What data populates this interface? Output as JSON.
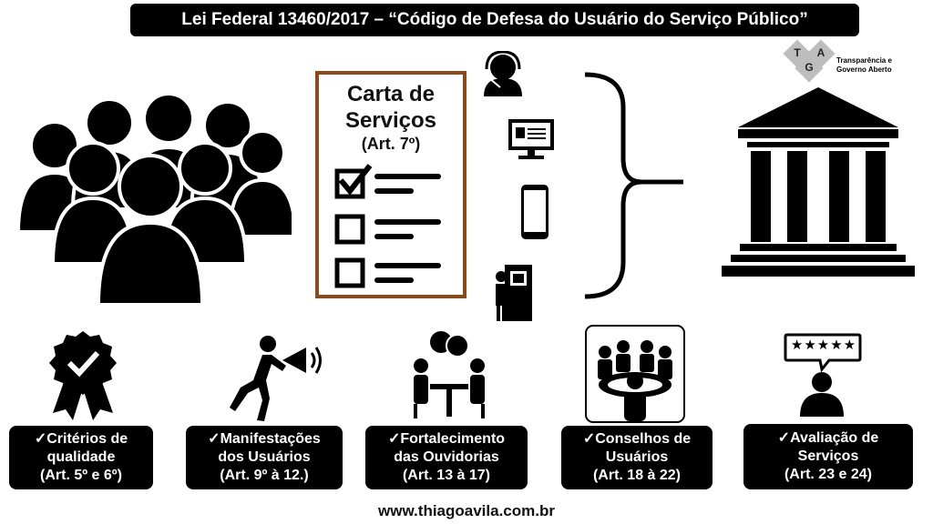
{
  "title": "Lei Federal 13460/2017 – “Código de Defesa do Usuário do Serviço Público”",
  "logo": {
    "letter_t": "T",
    "letter_g": "G",
    "letter_a": "A",
    "text_line1": "Transparência e",
    "text_line2": "Governo Aberto"
  },
  "carta": {
    "line1": "Carta de",
    "line2": "Serviços",
    "line3": "(Art. 7º)"
  },
  "labels": [
    {
      "line1": "✓Critérios de",
      "line2": "qualidade",
      "line3": "(Art. 5º e 6º)"
    },
    {
      "line1": "✓Manifestações",
      "line2": "dos Usuários",
      "line3": "(Art. 9º à 12.)"
    },
    {
      "line1": "✓Fortalecimento",
      "line2": "das Ouvidorias",
      "line3": "(Art. 13 à 17)"
    },
    {
      "line1": "✓Conselhos de",
      "line2": "Usuários",
      "line3": "(Art. 18 à 22)"
    },
    {
      "line1": "✓Avaliação de",
      "line2": "Serviços",
      "line3": "(Art. 23 e 24)"
    }
  ],
  "rating_stars": "★★★★★",
  "footer": "www.thiagoavila.com.br"
}
